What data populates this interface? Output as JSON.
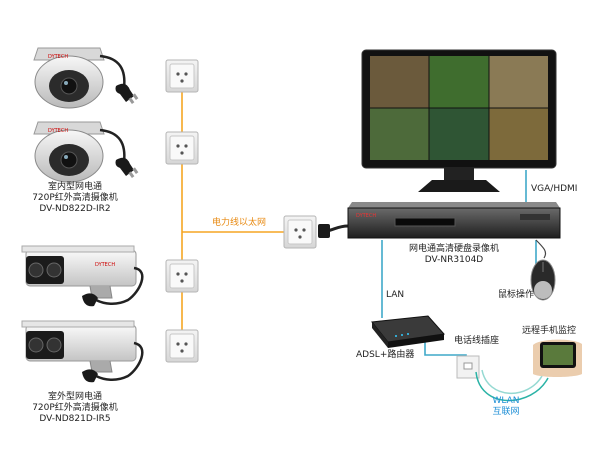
{
  "brand": "DYTECH",
  "colors": {
    "power_line": "#f5a623",
    "lan_line": "#3fa9c9",
    "wlan": "#2bb3a6",
    "label_orange": "#e88a12",
    "label_blue": "#1f8fd6"
  },
  "labels": {
    "indoor_camera": [
      "室内型网电通",
      "720P红外高清摄像机",
      "DV-ND822D-IR2"
    ],
    "outdoor_camera": [
      "室外型网电通",
      "720P红外高清摄像机",
      "DV-ND821D-IR5"
    ],
    "power_line": "电力线以太网",
    "nvr": [
      "网电通高清硬盘录像机",
      "DV-NR3104D"
    ],
    "vga_hdmi": "VGA/HDMI",
    "mouse": "鼠标操作",
    "lan": "LAN",
    "router": "ADSL+路由器",
    "phone_jack": "电话线插座",
    "remote": "远程手机监控",
    "wlan": [
      "WLAN",
      "互联网"
    ]
  },
  "icons": [
    "dome-camera-icon",
    "bullet-camera-icon",
    "power-socket-icon",
    "power-plug-icon",
    "monitor-icon",
    "nvr-icon",
    "mouse-icon",
    "router-icon",
    "phone-jack-icon",
    "smartphone-icon"
  ]
}
